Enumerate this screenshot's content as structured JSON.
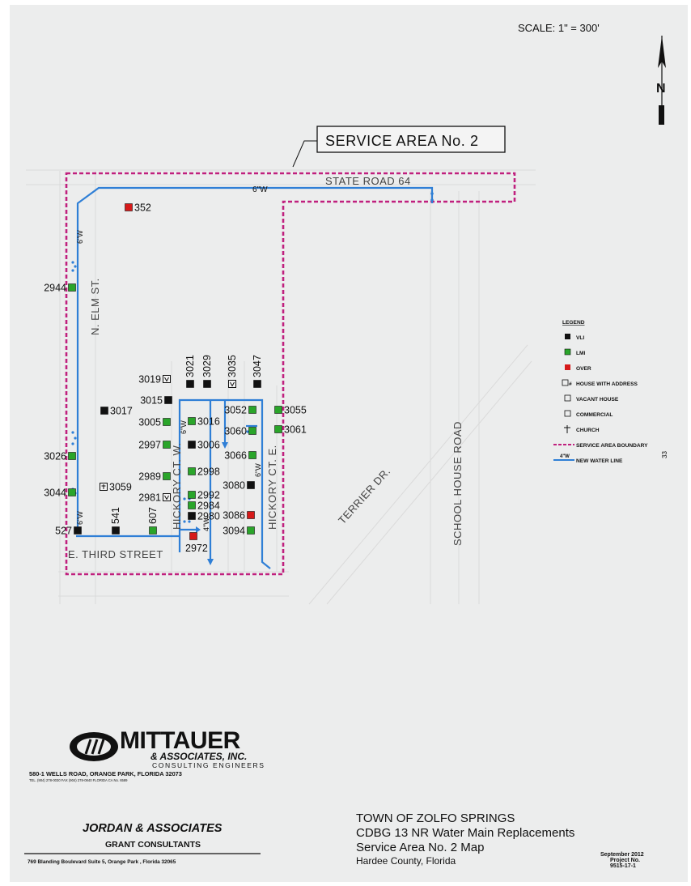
{
  "scale": "SCALE: 1\" = 300'",
  "north": {
    "letter": "N",
    "label": "N"
  },
  "service_area_label": "SERVICE AREA No. 2",
  "streets": {
    "state_road": "STATE ROAD 64",
    "elm": "N. ELM ST.",
    "hickory_w": "HICKORY CT. W.",
    "hickory_e": "HICKORY CT. E.",
    "terrier": "TERRIER DR.",
    "school_house": "SCHOOL HOUSE ROAD",
    "third": "E. THIRD STREET"
  },
  "pipe_labels": {
    "p1": "6\"W",
    "p2": "6\"W",
    "p3": "6\"W",
    "p4": "6\"W",
    "p5": "6\"W",
    "p6": "4\"W"
  },
  "colors": {
    "vli": "#111111",
    "lmi": "#2aa52a",
    "over": "#d61a1a",
    "boundary": "#c0207e",
    "water": "#2f7fd6"
  },
  "parcels": [
    {
      "id": "352",
      "cat": "over",
      "label": "352"
    },
    {
      "id": "2944",
      "cat": "lmi",
      "label": "2944"
    },
    {
      "id": "3019",
      "cat": "vacant",
      "label": "3019"
    },
    {
      "id": "3021",
      "cat": "vli",
      "label": "3021"
    },
    {
      "id": "3029",
      "cat": "vli",
      "label": "3029"
    },
    {
      "id": "3035",
      "cat": "vacant",
      "label": "3035"
    },
    {
      "id": "3047",
      "cat": "vli",
      "label": "3047"
    },
    {
      "id": "3015",
      "cat": "vli",
      "label": "3015"
    },
    {
      "id": "3017",
      "cat": "vli",
      "label": "3017"
    },
    {
      "id": "3005",
      "cat": "lmi",
      "label": "3005"
    },
    {
      "id": "3016",
      "cat": "lmi",
      "label": "3016"
    },
    {
      "id": "3052",
      "cat": "lmi",
      "label": "3052"
    },
    {
      "id": "3055",
      "cat": "lmi",
      "label": "3055"
    },
    {
      "id": "3060",
      "cat": "lmi",
      "label": "3060"
    },
    {
      "id": "3061",
      "cat": "lmi",
      "label": "3061"
    },
    {
      "id": "2997",
      "cat": "lmi",
      "label": "2997"
    },
    {
      "id": "3006",
      "cat": "vli",
      "label": "3006"
    },
    {
      "id": "3066",
      "cat": "lmi",
      "label": "3066"
    },
    {
      "id": "3026",
      "cat": "lmi",
      "label": "3026"
    },
    {
      "id": "2989",
      "cat": "lmi",
      "label": "2989"
    },
    {
      "id": "2998",
      "cat": "lmi",
      "label": "2998"
    },
    {
      "id": "3080",
      "cat": "vli",
      "label": "3080"
    },
    {
      "id": "3059",
      "cat": "commercial",
      "label": "3059"
    },
    {
      "id": "3044",
      "cat": "lmi",
      "label": "3044"
    },
    {
      "id": "2981",
      "cat": "vacant",
      "label": "2981"
    },
    {
      "id": "2992",
      "cat": "lmi",
      "label": "2992"
    },
    {
      "id": "2984",
      "cat": "lmi",
      "label": "2984"
    },
    {
      "id": "3086",
      "cat": "over",
      "label": "3086"
    },
    {
      "id": "2980",
      "cat": "vli",
      "label": "2980"
    },
    {
      "id": "541",
      "cat": "vli",
      "label": "541"
    },
    {
      "id": "607",
      "cat": "lmi",
      "label": "607"
    },
    {
      "id": "3094",
      "cat": "lmi",
      "label": "3094"
    },
    {
      "id": "527",
      "cat": "vli",
      "label": "527"
    },
    {
      "id": "2972",
      "cat": "over",
      "label": "2972"
    }
  ],
  "legend": {
    "title": "LEGEND",
    "items": {
      "vli": "VLI",
      "lmi": "LMI",
      "over": "OVER",
      "house": "HOUSE WITH ADDRESS",
      "vacant": "VACANT HOUSE",
      "commercial": "COMMERCIAL",
      "church": "CHURCH",
      "boundary": "SERVICE AREA BOUNDARY",
      "water": "NEW WATER LINE"
    },
    "house_symbol": "#",
    "pipe_sample": "4\"W",
    "extra_mark": "33"
  },
  "firm": {
    "name": "MITTAUER",
    "sub": "& ASSOCIATES, INC.",
    "tagline": "CONSULTING ENGINEERS",
    "address": "580-1 WELLS ROAD, ORANGE PARK, FLORIDA 32073",
    "phones": "TEL. (904) 278-0030     FAX (904) 278-0840     FLORIDA CA No. 6589"
  },
  "consultant": {
    "name": "JORDAN & ASSOCIATES",
    "role": "GRANT CONSULTANTS",
    "address": "769 Blanding Boulevard Suite 5, Orange Park , Florida 32065"
  },
  "title_block": {
    "line1": "TOWN OF ZOLFO SPRINGS",
    "line2": "CDBG 13 NR Water Main Replacements",
    "line3": "Service Area No. 2 Map",
    "line4": "Hardee County, Florida",
    "date": "September 2012",
    "project_label": "Project No.",
    "project_no": "9515-17-1"
  }
}
